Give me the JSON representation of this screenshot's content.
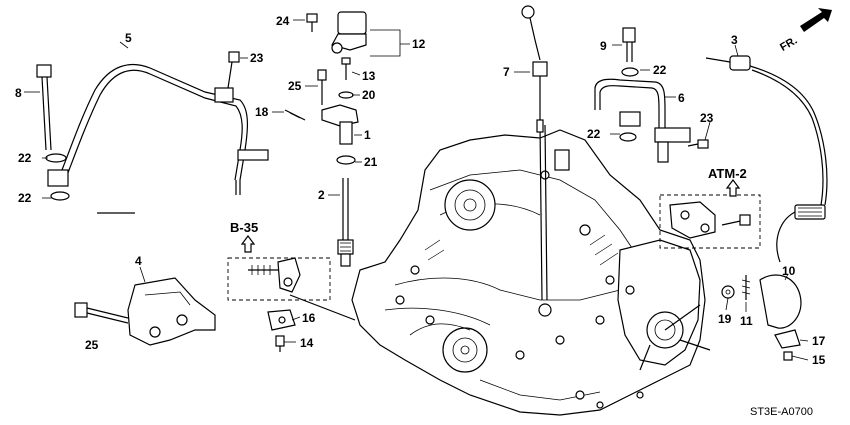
{
  "diagram": {
    "drawing_code": "ST3E-A0700",
    "front_arrow_label": "FR.",
    "callouts": {
      "c1": "1",
      "c2": "2",
      "c3": "3",
      "c4": "4",
      "c5": "5",
      "c6": "6",
      "c7": "7",
      "c8": "8",
      "c9": "9",
      "c10": "10",
      "c11": "11",
      "c12": "12",
      "c13": "13",
      "c14": "14",
      "c15": "15",
      "c16": "16",
      "c17": "17",
      "c18": "18",
      "c19": "19",
      "c20": "20",
      "c21": "21",
      "c22a": "22",
      "c22b": "22",
      "c22c": "22",
      "c22d": "22",
      "c23a": "23",
      "c23b": "23",
      "c24": "24",
      "c25a": "25",
      "c25b": "25"
    },
    "refs": {
      "atm": "ATM-2",
      "b35": "B-35"
    }
  }
}
